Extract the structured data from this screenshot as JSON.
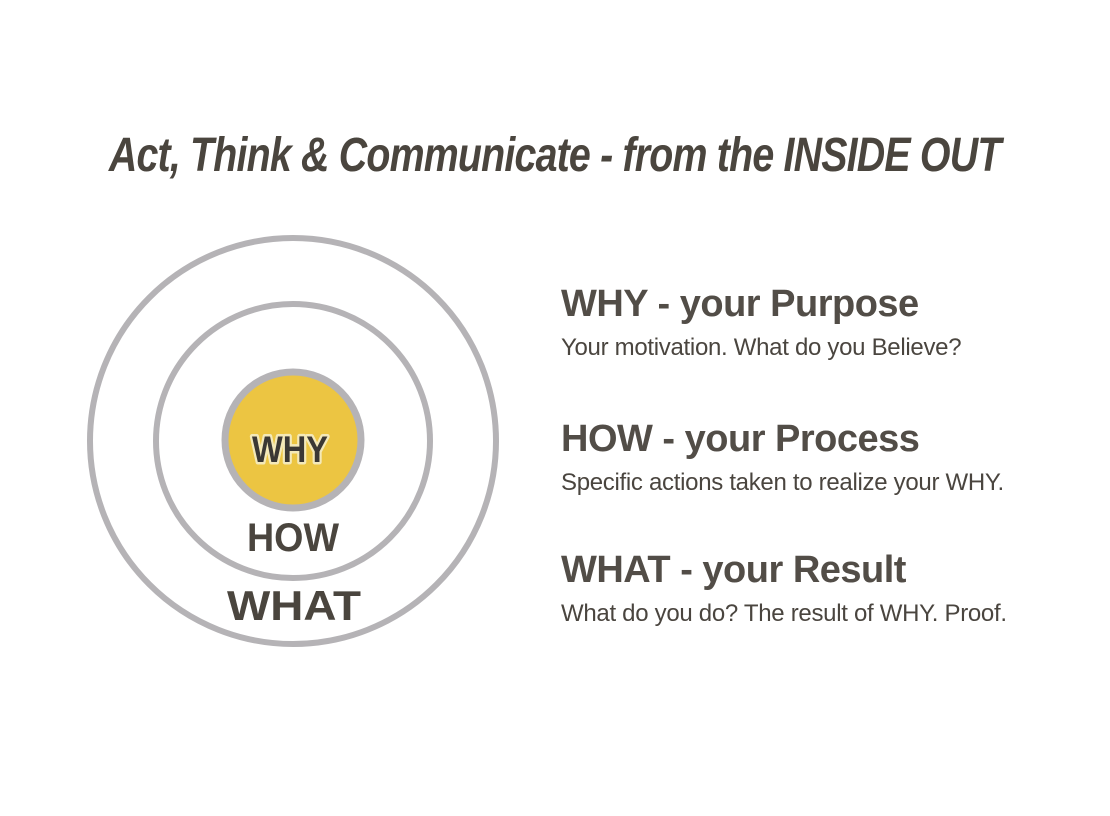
{
  "title": {
    "text": "Act, Think & Communicate - from the INSIDE OUT"
  },
  "diagram": {
    "rings": [
      {
        "id": "why",
        "label": "WHY"
      },
      {
        "id": "how",
        "label": "HOW"
      },
      {
        "id": "what",
        "label": "WHAT"
      }
    ],
    "colors": {
      "ring_stroke": "#b5b3b6",
      "why_fill": "#ecc542",
      "ring_label": "#4a453e",
      "why_label": "#3b3834"
    }
  },
  "sections": [
    {
      "heading": "WHY - your Purpose",
      "description": "Your motivation. What do you Believe?"
    },
    {
      "heading": "HOW - your Process",
      "description": "Specific actions taken to realize your WHY."
    },
    {
      "heading": "WHAT - your Result",
      "description": "What do you do? The result of WHY. Proof."
    }
  ]
}
